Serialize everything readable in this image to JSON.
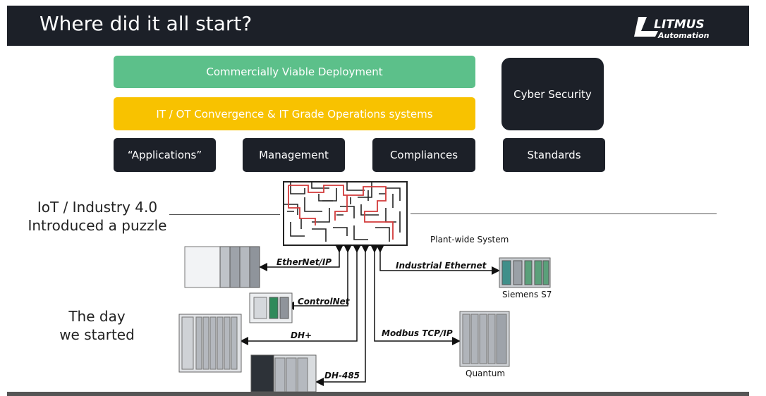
{
  "slide": {
    "title": "Where did it all start?"
  },
  "logo": {
    "brand": "LITMUS",
    "sub": "Automation"
  },
  "stack": {
    "commercial": "Commercially Viable Deployment",
    "convergence": "IT / OT Convergence & IT Grade Operations systems",
    "cyber": "Cyber Security",
    "applications": "“Applications”",
    "management": "Management",
    "compliances": "Compliances",
    "standards": "Standards"
  },
  "left": {
    "iot_line1": "IoT / Industry 4.0",
    "iot_line2": "Introduced a puzzle",
    "day_line1": "The day",
    "day_line2": "we started"
  },
  "diagram": {
    "plant_wide": "Plant-wide System",
    "ethernet_ip": "EtherNet/IP",
    "controlnet": "ControlNet",
    "dh_plus": "DH+",
    "dh_485": "DH-485",
    "industrial_ethernet": "Industrial Ethernet",
    "modbus": "Modbus TCP/IP",
    "siemens": "Siemens S7",
    "quantum": "Quantum"
  },
  "colors": {
    "dark": "#1c2028",
    "green": "#5cc08a",
    "yellow": "#f8c200",
    "maze_path": "#d23a3a"
  }
}
